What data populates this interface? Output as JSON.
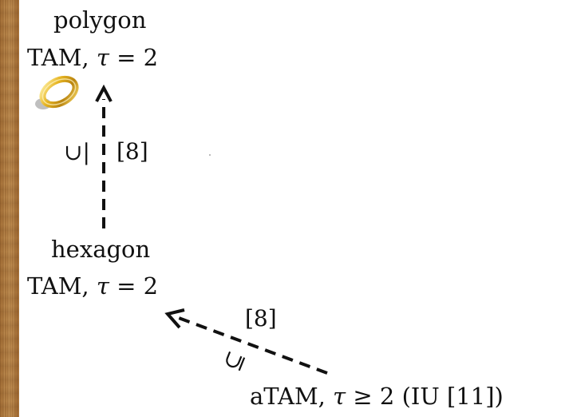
{
  "polygon": {
    "name": "polygon",
    "model": "TAM, ",
    "tau": "τ",
    "eq": " = 2"
  },
  "hexagon": {
    "name": "hexagon",
    "model": "TAM, ",
    "tau": "τ",
    "eq": " = 2"
  },
  "atam": {
    "model": "aTAM, ",
    "tau": "τ",
    "eq": " ≥ 2 (IU [11])"
  },
  "edges": {
    "vertical": {
      "symbol": "∪|",
      "citation": "[8]"
    },
    "diagonal": {
      "symbol": "⊆",
      "citation": "[8]"
    }
  },
  "icons": {
    "ring": "gold-ring-icon"
  },
  "colors": {
    "arrow": "#111111",
    "ring_gold": "#d9a520",
    "wood": "#b88444"
  }
}
